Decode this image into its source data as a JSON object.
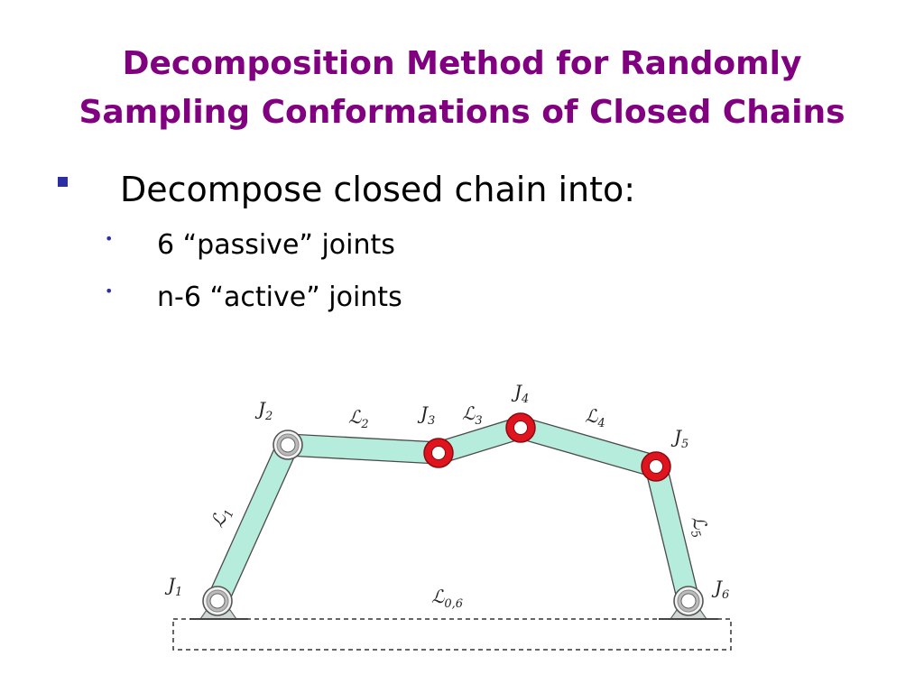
{
  "title": {
    "line1": "Decomposition Method for Randomly",
    "line2": "Sampling Conformations of Closed Chains"
  },
  "bullet": {
    "text": "Decompose closed chain into:",
    "sub": [
      "6 “passive” joints",
      "n-6 “active” joints"
    ]
  },
  "diagram": {
    "joints": [
      {
        "id": "J1",
        "label": "J",
        "sub": "1",
        "type": "passive"
      },
      {
        "id": "J2",
        "label": "J",
        "sub": "2",
        "type": "passive"
      },
      {
        "id": "J3",
        "label": "J",
        "sub": "3",
        "type": "active"
      },
      {
        "id": "J4",
        "label": "J",
        "sub": "4",
        "type": "active"
      },
      {
        "id": "J5",
        "label": "J",
        "sub": "5",
        "type": "active"
      },
      {
        "id": "J6",
        "label": "J",
        "sub": "6",
        "type": "passive"
      }
    ],
    "links": [
      {
        "label": "ℒ",
        "sub": "1"
      },
      {
        "label": "ℒ",
        "sub": "2"
      },
      {
        "label": "ℒ",
        "sub": "3"
      },
      {
        "label": "ℒ",
        "sub": "4"
      },
      {
        "label": "ℒ",
        "sub": "5"
      }
    ],
    "base_link": {
      "label": "ℒ",
      "sub": "0,6"
    },
    "colors": {
      "title": "#800080",
      "link_fill": "#b6ecdc",
      "active_joint": "#e0141e",
      "passive_joint": "#bbbbbb",
      "bullet": "#2b2fa3"
    }
  }
}
